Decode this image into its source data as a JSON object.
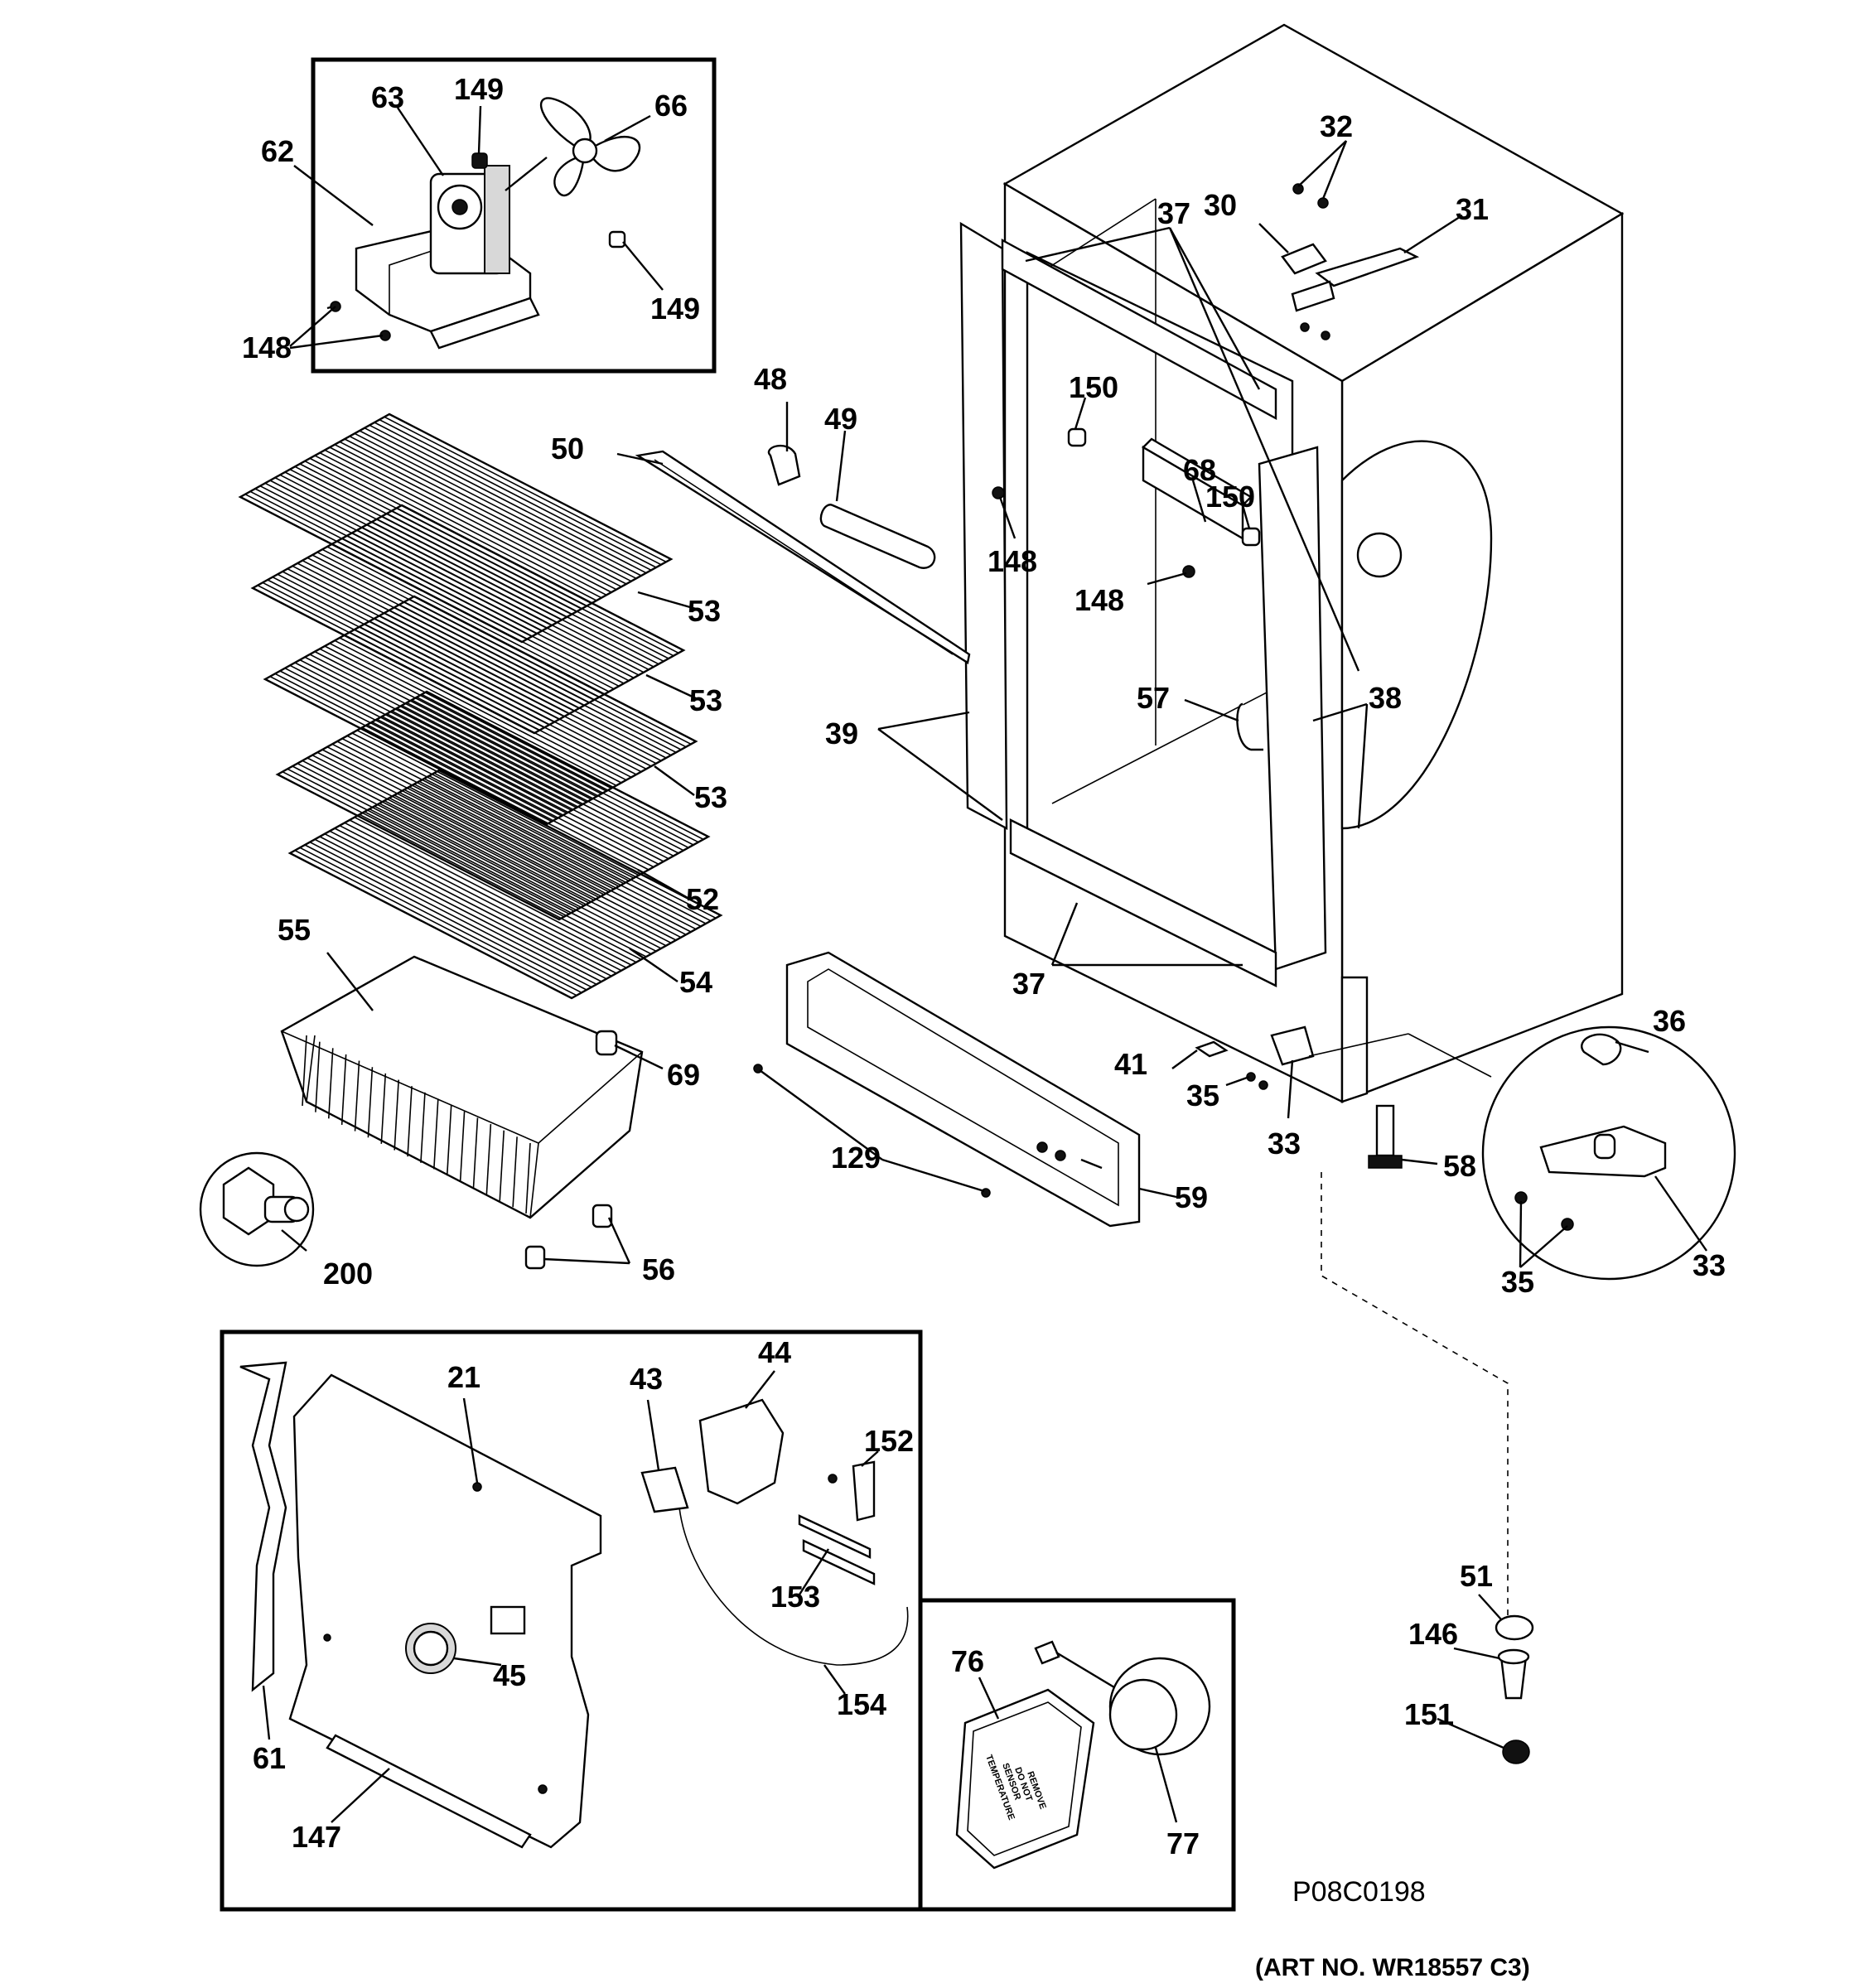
{
  "labels": {
    "l21": "21",
    "l30": "30",
    "l31": "31",
    "l32": "32",
    "l33a": "33",
    "l33b": "33",
    "l35a": "35",
    "l35b": "35",
    "l36": "36",
    "l37a": "37",
    "l37b": "37",
    "l38": "38",
    "l39": "39",
    "l41": "41",
    "l43": "43",
    "l44": "44",
    "l45": "45",
    "l48": "48",
    "l49": "49",
    "l50": "50",
    "l51": "51",
    "l52": "52",
    "l53a": "53",
    "l53b": "53",
    "l53c": "53",
    "l54": "54",
    "l55": "55",
    "l56": "56",
    "l57": "57",
    "l58": "58",
    "l59": "59",
    "l61": "61",
    "l62": "62",
    "l63": "63",
    "l66": "66",
    "l68": "68",
    "l69": "69",
    "l76": "76",
    "l77": "77",
    "l129": "129",
    "l146": "146",
    "l147": "147",
    "l148a": "148",
    "l148b": "148",
    "l148c": "148",
    "l149a": "149",
    "l149b": "149",
    "l150a": "150",
    "l150b": "150",
    "l151": "151",
    "l152": "152",
    "l153": "153",
    "l154": "154",
    "l200": "200"
  },
  "sensor_text": [
    "TEMPERATURE",
    "SENSOR",
    "DO NOT",
    "REMOVE"
  ],
  "diagram_code": "P08C0198",
  "art_number": "(ART NO. WR18557 C3)"
}
